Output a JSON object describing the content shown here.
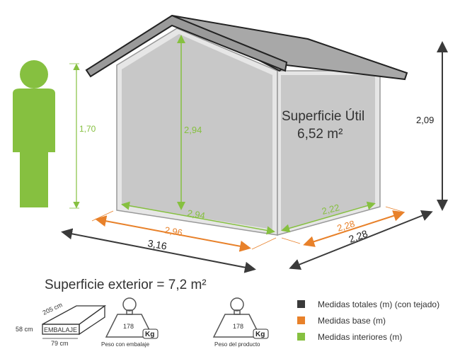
{
  "person": {
    "height": "1,70"
  },
  "shed": {
    "interior_height": "2,94",
    "interior_front": "2,94",
    "interior_side": "2,22",
    "base_front": "2,96",
    "base_side": "2,28",
    "total_front": "3,16",
    "total_side": "2,28",
    "total_height": "2,09",
    "useful_area_label": "Superficie Útil",
    "useful_area_value": "6,52 m²"
  },
  "exterior_area": "Superficie exterior = 7,2 m²",
  "package": {
    "label": "EMBALAJE",
    "length": "205 cm",
    "height": "58 cm",
    "width": "79 cm"
  },
  "weights": [
    {
      "value": "178",
      "unit": "Kg",
      "caption": "Peso con embalaje"
    },
    {
      "value": "178",
      "unit": "Kg",
      "caption": "Peso del producto"
    }
  ],
  "legend": [
    {
      "label": "Medidas totales (m) (con tejado)",
      "color": "#3a3a3a"
    },
    {
      "label": "Medidas base (m)",
      "color": "#e8812a"
    },
    {
      "label": "Medidas interiores (m)",
      "color": "#86c040"
    }
  ]
}
